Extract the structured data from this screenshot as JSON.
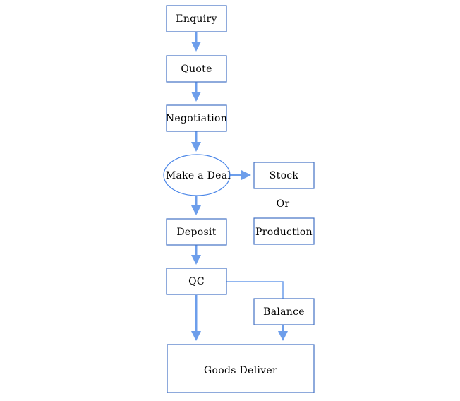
{
  "diagram": {
    "nodes": {
      "enquiry": "Enquiry",
      "quote": "Quote",
      "negotiation": "Negotiation",
      "make_a_deal": "Make a Deal",
      "stock": "Stock",
      "or": "Or",
      "production": "Production",
      "deposit": "Deposit",
      "qc": "QC",
      "balance": "Balance",
      "goods_deliver": "Goods Deliver"
    },
    "colors": {
      "node_border": "#4472c4",
      "arrow": "#6d9eeb",
      "text": "#000000",
      "background": "#ffffff"
    }
  }
}
